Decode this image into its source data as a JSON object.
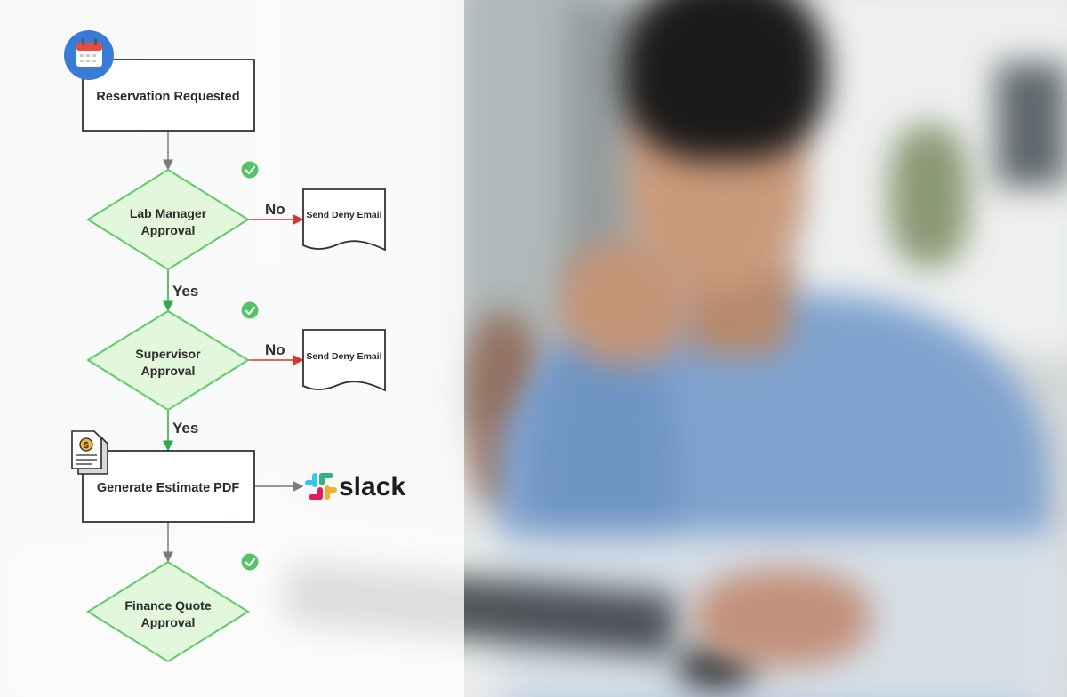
{
  "nodes": {
    "reservation": "Reservation Requested",
    "lab_manager_line1": "Lab Manager",
    "lab_manager_line2": "Approval",
    "supervisor_line1": "Supervisor",
    "supervisor_line2": "Approval",
    "estimate": "Generate Estimate PDF",
    "finance_line1": "Finance Quote",
    "finance_line2": "Approval",
    "deny_email_1": "Send Deny Email",
    "deny_email_2": "Send Deny Email"
  },
  "edges": {
    "no_1": "No",
    "no_2": "No",
    "yes_1": "Yes",
    "yes_2": "Yes"
  },
  "integration": {
    "slack": "slack"
  },
  "icons": {
    "start": "calendar-icon",
    "estimate": "invoice-document-icon",
    "check": "check-circle-icon"
  },
  "colors": {
    "diamond_fill": "#e2f7dc",
    "diamond_stroke": "#5ecb6a",
    "yes_edge": "#2fa84a",
    "no_edge": "#e0312f",
    "check_green": "#55c36a",
    "calendar_blue": "#3a7bd5"
  }
}
